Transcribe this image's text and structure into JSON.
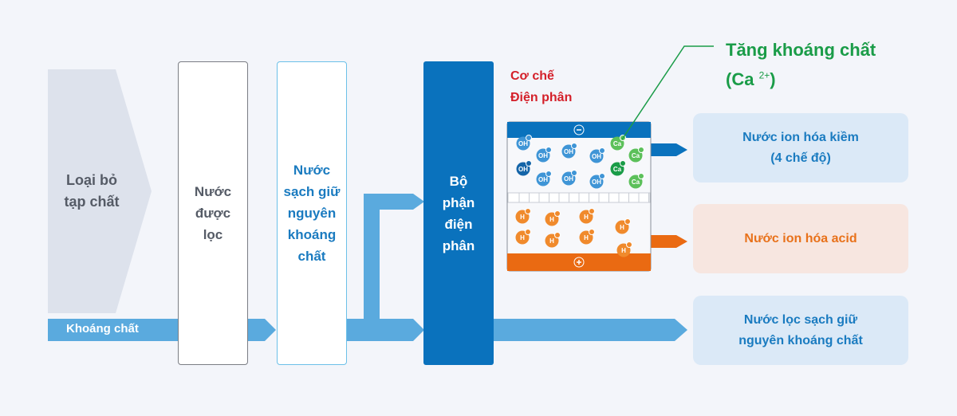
{
  "stages": {
    "remove_impurities": "Loại bỏ\ntạp chất",
    "filtered_water": "Nước\nđược\nlọc",
    "clean_water": "Nước\nsạch giữ\nnguyên\nkhoáng\nchất",
    "electrolysis_unit": "Bộ\nphận\nđiện\nphân"
  },
  "mineral_label": "Khoáng chất",
  "mechanism_label": "Cơ chế\nĐiện phân",
  "callout": {
    "title": "Tăng khoáng chất",
    "formula": "(Ca",
    "charge": "2+",
    "close": ")"
  },
  "cell": {
    "minus": "−",
    "plus": "+"
  },
  "ions": {
    "top": [
      "OH",
      "OH",
      "OH",
      "OH",
      "Ca",
      "OH",
      "Ca",
      "Ca",
      "OH",
      "OH",
      "OH",
      "Ca"
    ],
    "bottom": [
      "H",
      "H",
      "H",
      "H",
      "H",
      "H",
      "H",
      "H"
    ]
  },
  "results": [
    {
      "label": "Nước ion hóa kiềm\n(4 chế độ)"
    },
    {
      "label": "Nước ion hóa acid"
    },
    {
      "label": "Nước lọc sạch giữ\nnguyên khoáng chất"
    }
  ],
  "colors": {
    "blue": "#0a72bd",
    "light_blue": "#5aaade",
    "orange": "#ea6a12",
    "green": "#1a9c48",
    "red": "#d4202a"
  }
}
